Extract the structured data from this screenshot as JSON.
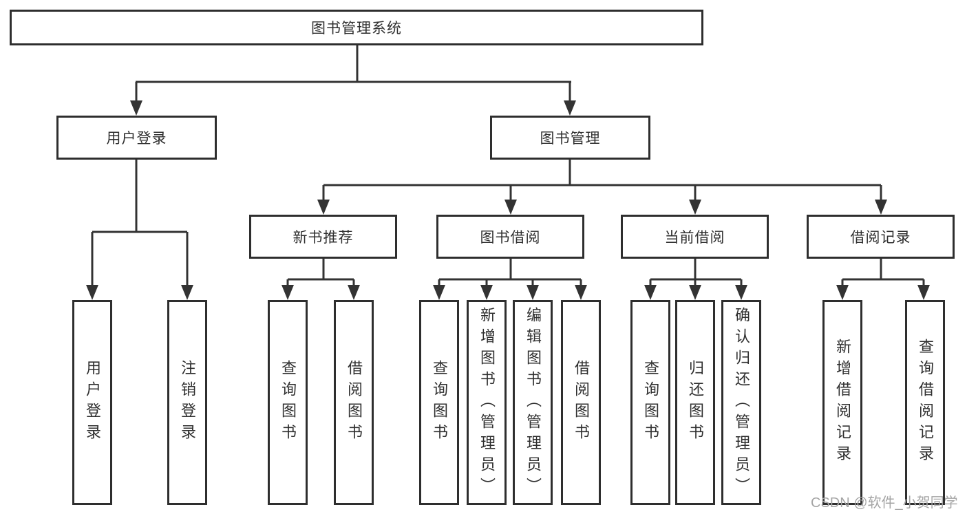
{
  "root": {
    "label": "图书管理系统"
  },
  "branches": [
    {
      "label": "用户登录",
      "children": [
        {
          "label": "用户登录"
        },
        {
          "label": "注销登录"
        }
      ]
    },
    {
      "label": "图书管理",
      "children": [
        {
          "label": "新书推荐",
          "children": [
            {
              "label": "查询图书"
            },
            {
              "label": "借阅图书"
            }
          ]
        },
        {
          "label": "图书借阅",
          "children": [
            {
              "label": "查询图书"
            },
            {
              "label": "新增图书（管理员）"
            },
            {
              "label": "编辑图书（管理员）"
            },
            {
              "label": "借阅图书"
            }
          ]
        },
        {
          "label": "当前借阅",
          "children": [
            {
              "label": "查询图书"
            },
            {
              "label": "归还图书"
            },
            {
              "label": "确认归还（管理员）"
            }
          ]
        },
        {
          "label": "借阅记录",
          "children": [
            {
              "label": "新增借阅记录"
            },
            {
              "label": "查询借阅记录"
            }
          ]
        }
      ]
    }
  ],
  "watermark": {
    "text": "CSDN @软件_小贺同学",
    "color": "#a5a5a5"
  },
  "colors": {
    "line": "#333333",
    "box_border": "#2e2e2e",
    "text": "#2f2f2f",
    "background": "#ffffff"
  }
}
